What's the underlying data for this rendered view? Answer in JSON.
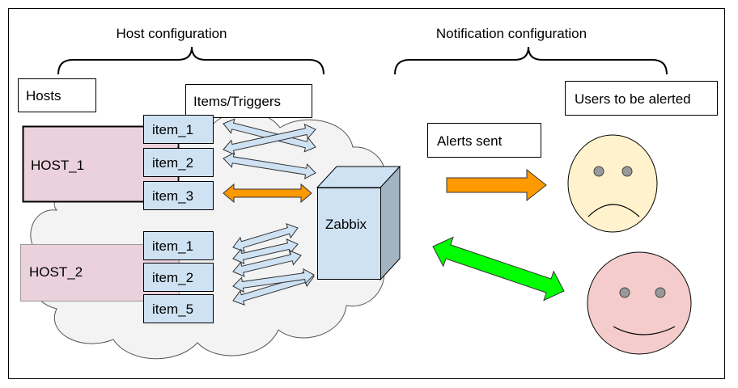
{
  "headings": {
    "host_configuration": "Host configuration",
    "notification_configuration": "Notification configuration"
  },
  "labels": {
    "hosts": "Hosts",
    "items_triggers": "Items/Triggers",
    "alerts_sent": "Alerts sent",
    "users_to_be_alerted": "Users to be alerted",
    "zabbix": "Zabbix"
  },
  "hosts": [
    {
      "name": "HOST_1",
      "items": [
        "item_1",
        "item_2",
        "item_3"
      ]
    },
    {
      "name": "HOST_2",
      "items": [
        "item_1",
        "item_2",
        "item_5"
      ]
    }
  ],
  "colors": {
    "cloud_fill": "#f3f3f3",
    "host_fill": "#ead1dc",
    "item_fill": "#cfe2f3",
    "zabbix_front": "#cfe2f3",
    "zabbix_side": "#a2b4c2",
    "arrow_normal": "#cfe2f3",
    "arrow_alert": "#ff9900",
    "arrow_ok": "#00ff00",
    "sad_face": "#fff2cc",
    "happy_face": "#f4cccc"
  },
  "faces": [
    "sad-face",
    "happy-face"
  ]
}
